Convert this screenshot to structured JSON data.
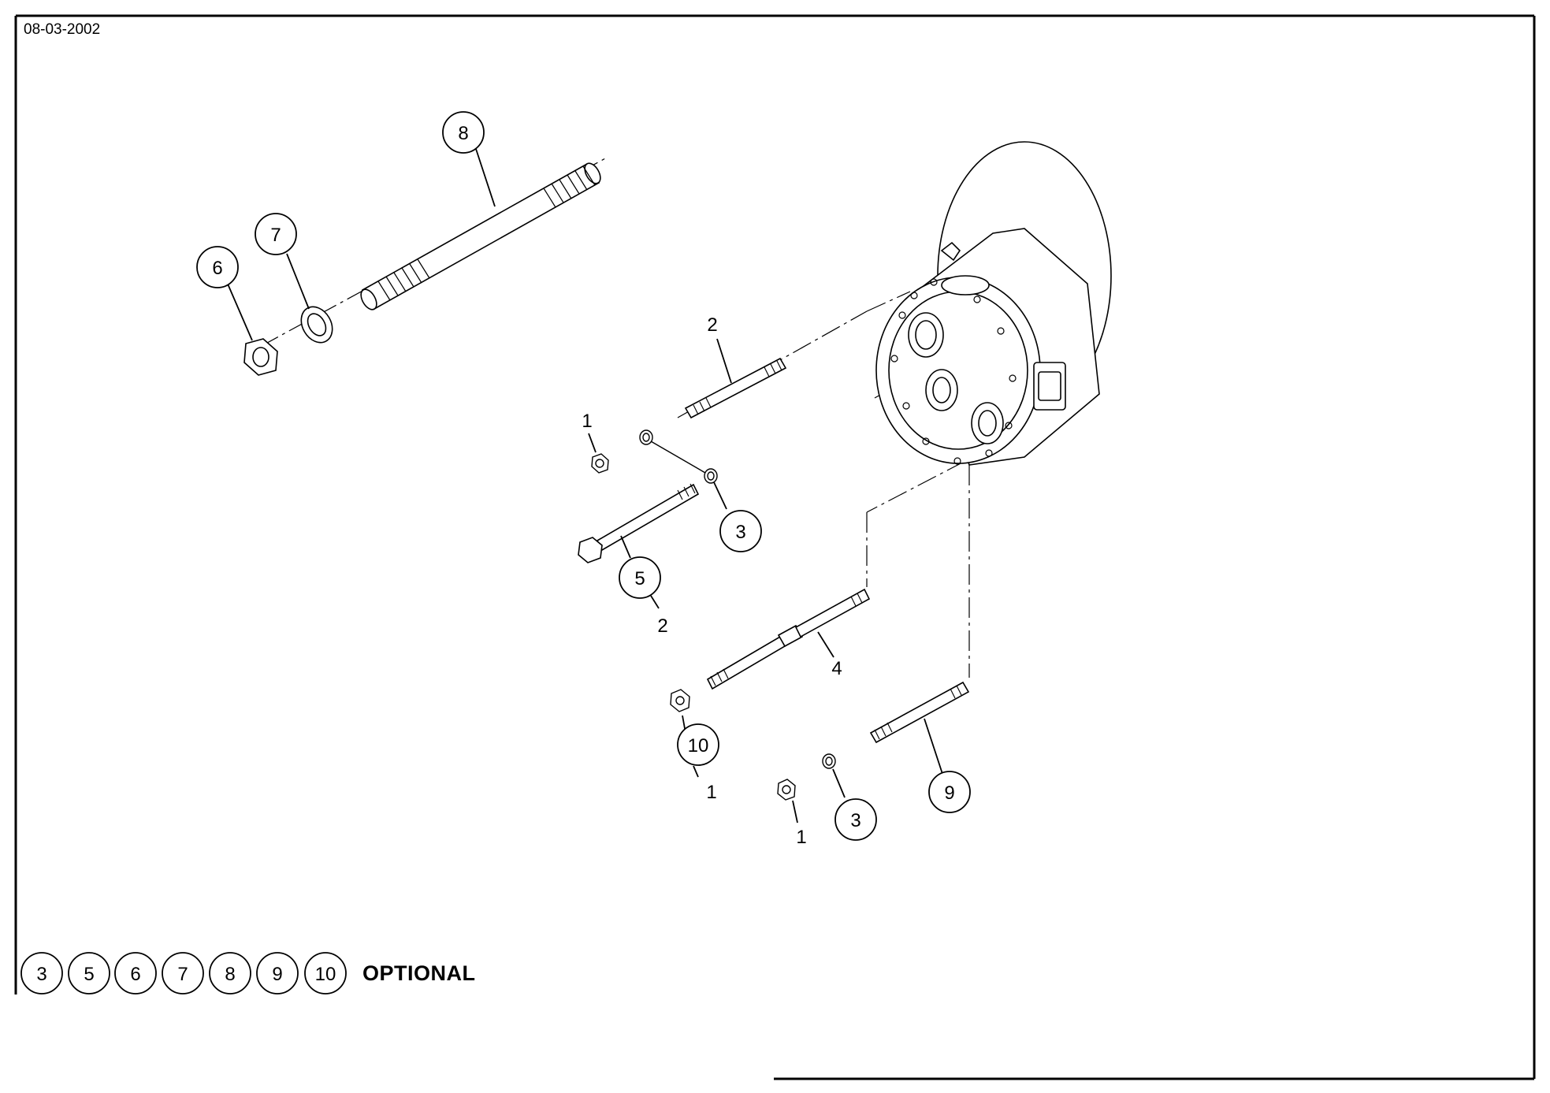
{
  "header": {
    "date": "08-03-2002"
  },
  "callouts": {
    "c8": "8",
    "c7": "7",
    "c6": "6",
    "c2_top": "2",
    "c1_top": "1",
    "c3_mid": "3",
    "c5": "5",
    "c2_low": "2",
    "c4": "4",
    "c10": "10",
    "c1_mid": "1",
    "c1_low": "1",
    "c3_low": "3",
    "c9": "9"
  },
  "legend": {
    "items": [
      "3",
      "5",
      "6",
      "7",
      "8",
      "9",
      "10"
    ],
    "label": "OPTIONAL"
  }
}
